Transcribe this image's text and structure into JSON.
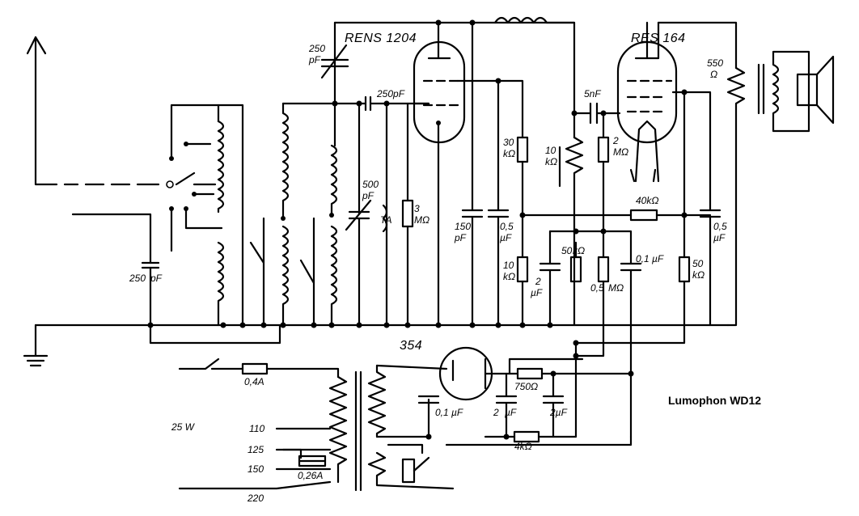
{
  "brand": "Lumophon WD12",
  "tubes": {
    "rf": "RENS 1204",
    "power": "RES 164",
    "rectifier": "354"
  },
  "labels": {
    "c_tune_top_a": "250",
    "c_tune_top_b": "pF",
    "c_grid": "250pF",
    "c_tune2_a": "500",
    "c_tune2_b": "pF",
    "r_grid_a": "3",
    "r_grid_b": "MΩ",
    "c_150_a": "150",
    "c_150_b": "pF",
    "c_05a_a": "0,5",
    "c_05a_b": "µF",
    "r_30k_a": "30",
    "r_30k_b": "kΩ",
    "r_10k_top_a": "10",
    "r_10k_top_b": "kΩ",
    "c_5nf": "5nF",
    "r_2m_a": "2",
    "r_2m_b": "MΩ",
    "r_40k": "40kΩ",
    "c_05b_a": "0,5",
    "c_05b_b": "µF",
    "r_550_a": "550",
    "r_550_b": "Ω",
    "r_10k_bot_a": "10",
    "r_10k_bot_b": "kΩ",
    "c_2uf_a": "2",
    "c_2uf_b": "µF",
    "r_50k_a": "50",
    "r_50k_b": "kΩ",
    "r_05m_a": "0,5",
    "r_05m_b": "MΩ",
    "c_01_top": "0,1",
    "c_01_top_b": "µF",
    "r_50k_right_a": "50",
    "r_50k_right_b": "kΩ",
    "c_ant_a": "250",
    "c_ant_b": "pF",
    "pickup": "TA",
    "fuse_main": "0,4A",
    "fuse_sec": "0,26A",
    "power_w": "25 W",
    "v110": "110",
    "v125": "125",
    "v150": "150",
    "v220": "220",
    "c_01_rect_a": "0,1",
    "c_01_rect_b": "µF",
    "r_750": "750Ω",
    "c_2uf_l_a": "2",
    "c_2uf_l_b": "µF",
    "c_2uf_r": "2µF",
    "r_4k": "4kΩ"
  }
}
